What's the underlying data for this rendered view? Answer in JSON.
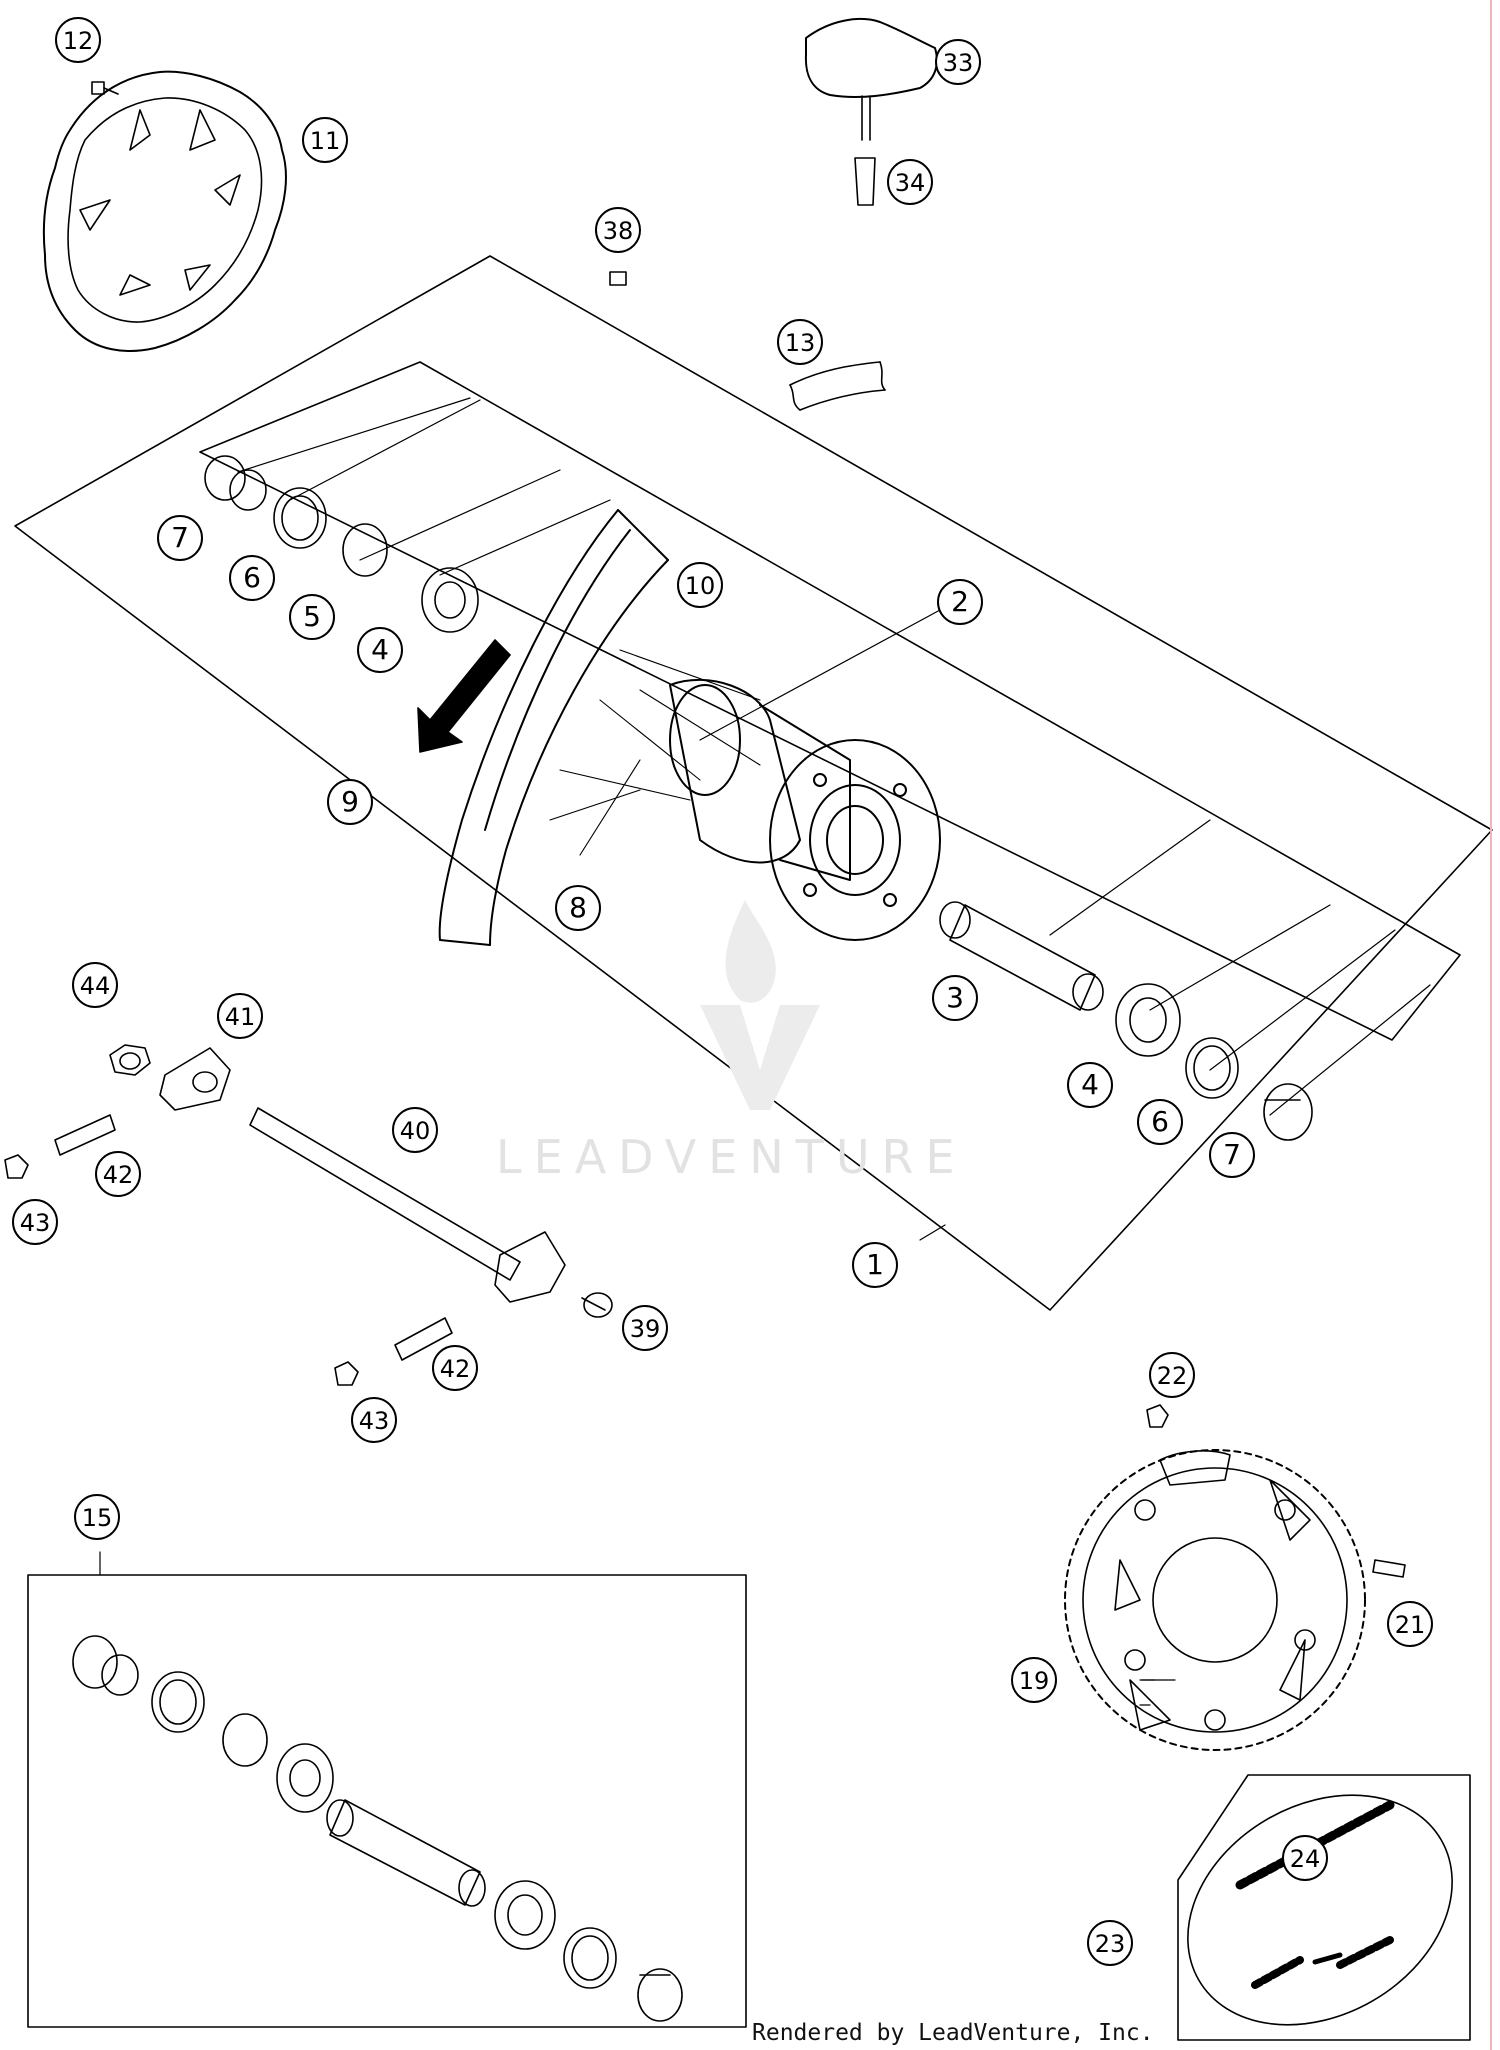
{
  "diagram": {
    "callouts": [
      "1",
      "2",
      "3",
      "4",
      "4",
      "5",
      "6",
      "6",
      "7",
      "7",
      "8",
      "9",
      "10",
      "11",
      "12",
      "13",
      "15",
      "19",
      "21",
      "22",
      "23",
      "24",
      "33",
      "34",
      "38",
      "39",
      "40",
      "41",
      "42",
      "42",
      "43",
      "43",
      "44"
    ],
    "watermark_text": "LEADVENTURE",
    "credit_text": "Rendered by LeadVenture, Inc.",
    "colors": {
      "line": "#000000",
      "edge": "#f2b5b5",
      "watermark": "#e2e2e2"
    }
  }
}
